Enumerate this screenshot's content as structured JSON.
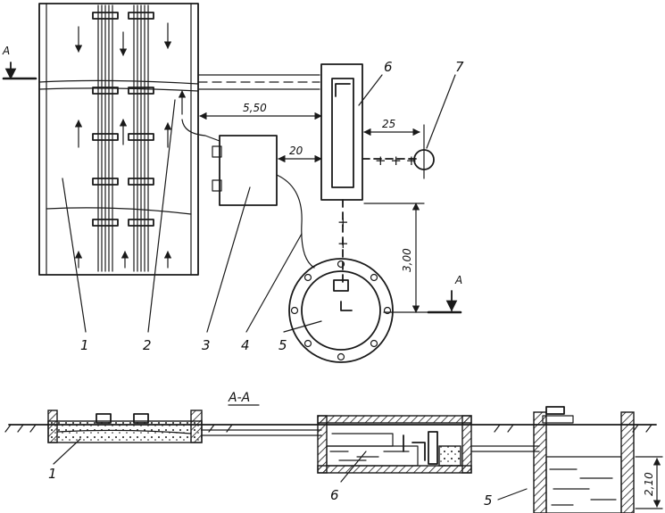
{
  "labels": {
    "part1": "1",
    "part2": "2",
    "part3": "3",
    "part4": "4",
    "part5": "5",
    "part6": "6",
    "part7": "7",
    "section_title": "A-A",
    "section_mark": "A",
    "section_part1": "1",
    "section_part5": "5",
    "section_part6": "6"
  },
  "dimensions": {
    "d550": "5,50",
    "d25": "25",
    "d20": "20",
    "d300": "3,00",
    "d210": "2,10"
  },
  "symbols": {
    "plus_line_h": "+ + +",
    "plus_v1": "+",
    "plus_v2": "+"
  }
}
